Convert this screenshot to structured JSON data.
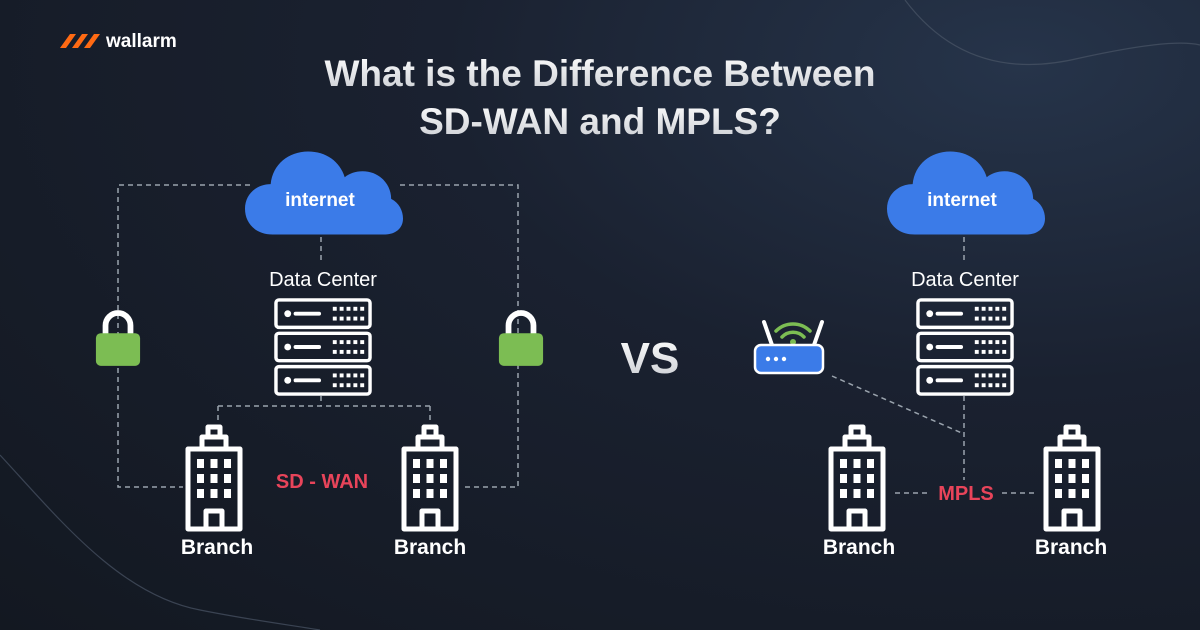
{
  "brand": {
    "name": "wallarm",
    "accent": "#ff6a13"
  },
  "title": {
    "line1": "What is the Difference Between",
    "line2": "SD-WAN and MPLS?"
  },
  "vs": "VS",
  "left": {
    "cloud_label": "internet",
    "datacenter_label": "Data Center",
    "branch_left": "Branch",
    "branch_right": "Branch",
    "link_label": "SD - WAN"
  },
  "right": {
    "cloud_label": "internet",
    "datacenter_label": "Data Center",
    "branch_left": "Branch",
    "branch_right": "Branch",
    "link_label": "MPLS"
  },
  "colors": {
    "cloud": "#3b7be8",
    "lock": "#7cbd53",
    "router": "#3b7be8",
    "wifi": "#7cbd53",
    "link_text": "#e8445a",
    "dash": "#9aa3ad"
  }
}
